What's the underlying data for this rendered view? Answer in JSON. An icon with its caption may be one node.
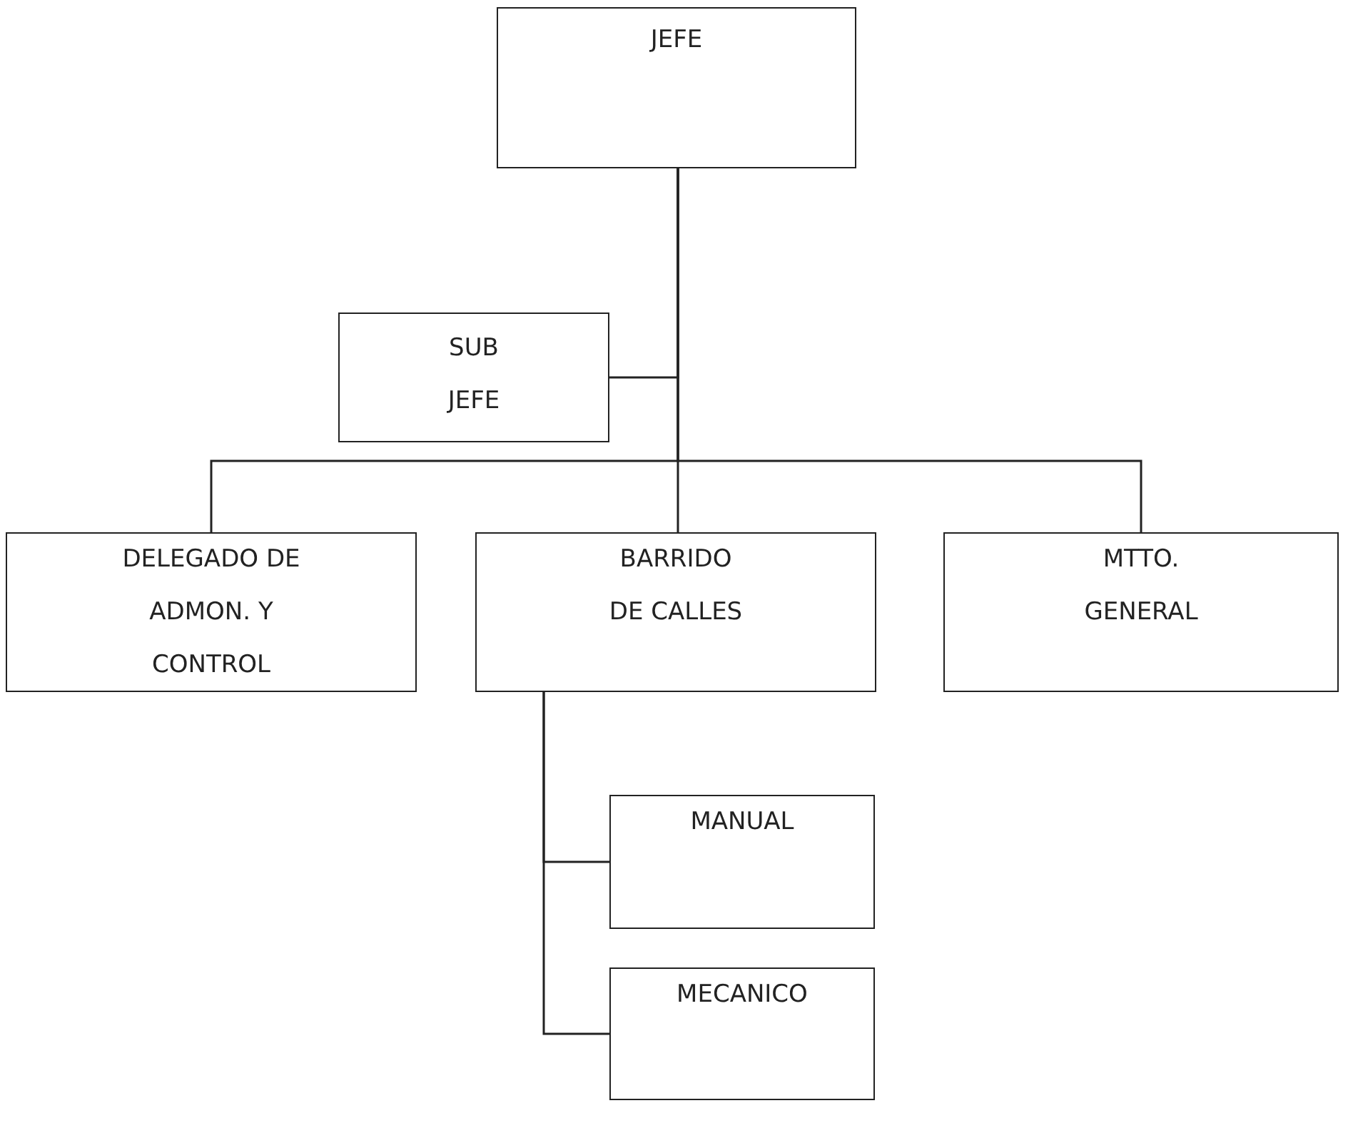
{
  "diagram": {
    "nodes": [
      {
        "text": [
          "JEFE"
        ]
      },
      {
        "text": [
          "SUB JEFE"
        ]
      },
      {
        "text": [
          "DELEGADO DE ADMON. Y CONTROL"
        ]
      },
      {
        "text": [
          "BARRIDO DE CALLES"
        ]
      },
      {
        "text": [
          "MTTO. GENERAL"
        ]
      },
      {
        "text": [
          "MANUAL"
        ]
      },
      {
        "text": [
          "MECANICO"
        ]
      }
    ],
    "edges": [
      {
        "from": 0,
        "to": 1,
        "arrow": "none"
      },
      {
        "from": 0,
        "to": 2,
        "arrow": "none"
      },
      {
        "from": 0,
        "to": 3,
        "arrow": "none"
      },
      {
        "from": 0,
        "to": 4,
        "arrow": "none"
      },
      {
        "from": 3,
        "to": 5,
        "arrow": "none"
      },
      {
        "from": 3,
        "to": 6,
        "arrow": "none"
      }
    ]
  }
}
